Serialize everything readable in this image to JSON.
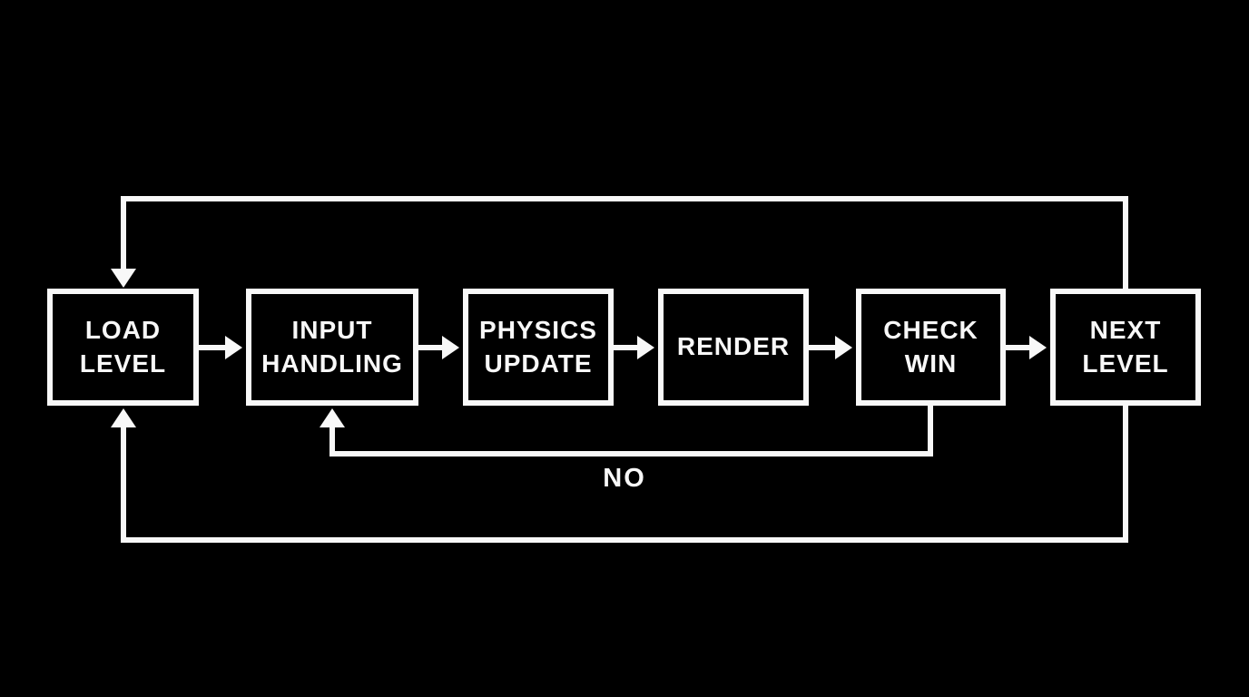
{
  "diagram": {
    "nodes": [
      {
        "id": "load-level",
        "label": "LOAD LEVEL"
      },
      {
        "id": "input-handling",
        "label": "INPUT HANDLING"
      },
      {
        "id": "physics-update",
        "label": "PHYSICS UPDATE"
      },
      {
        "id": "render",
        "label": "RENDER"
      },
      {
        "id": "check-win",
        "label": "CHECK WIN"
      },
      {
        "id": "next-level",
        "label": "NEXT LEVEL"
      }
    ],
    "edges": [
      {
        "from": "load-level",
        "to": "input-handling",
        "label": ""
      },
      {
        "from": "input-handling",
        "to": "physics-update",
        "label": ""
      },
      {
        "from": "physics-update",
        "to": "render",
        "label": ""
      },
      {
        "from": "render",
        "to": "check-win",
        "label": ""
      },
      {
        "from": "check-win",
        "to": "next-level",
        "label": ""
      },
      {
        "from": "check-win",
        "to": "input-handling",
        "label": "NO",
        "route": "below"
      },
      {
        "from": "next-level",
        "to": "load-level",
        "label": "",
        "route": "top"
      },
      {
        "from": "next-level",
        "to": "load-level",
        "label": "",
        "route": "bottom"
      }
    ],
    "colors": {
      "background": "#000000",
      "foreground": "#f8f8f8"
    }
  }
}
